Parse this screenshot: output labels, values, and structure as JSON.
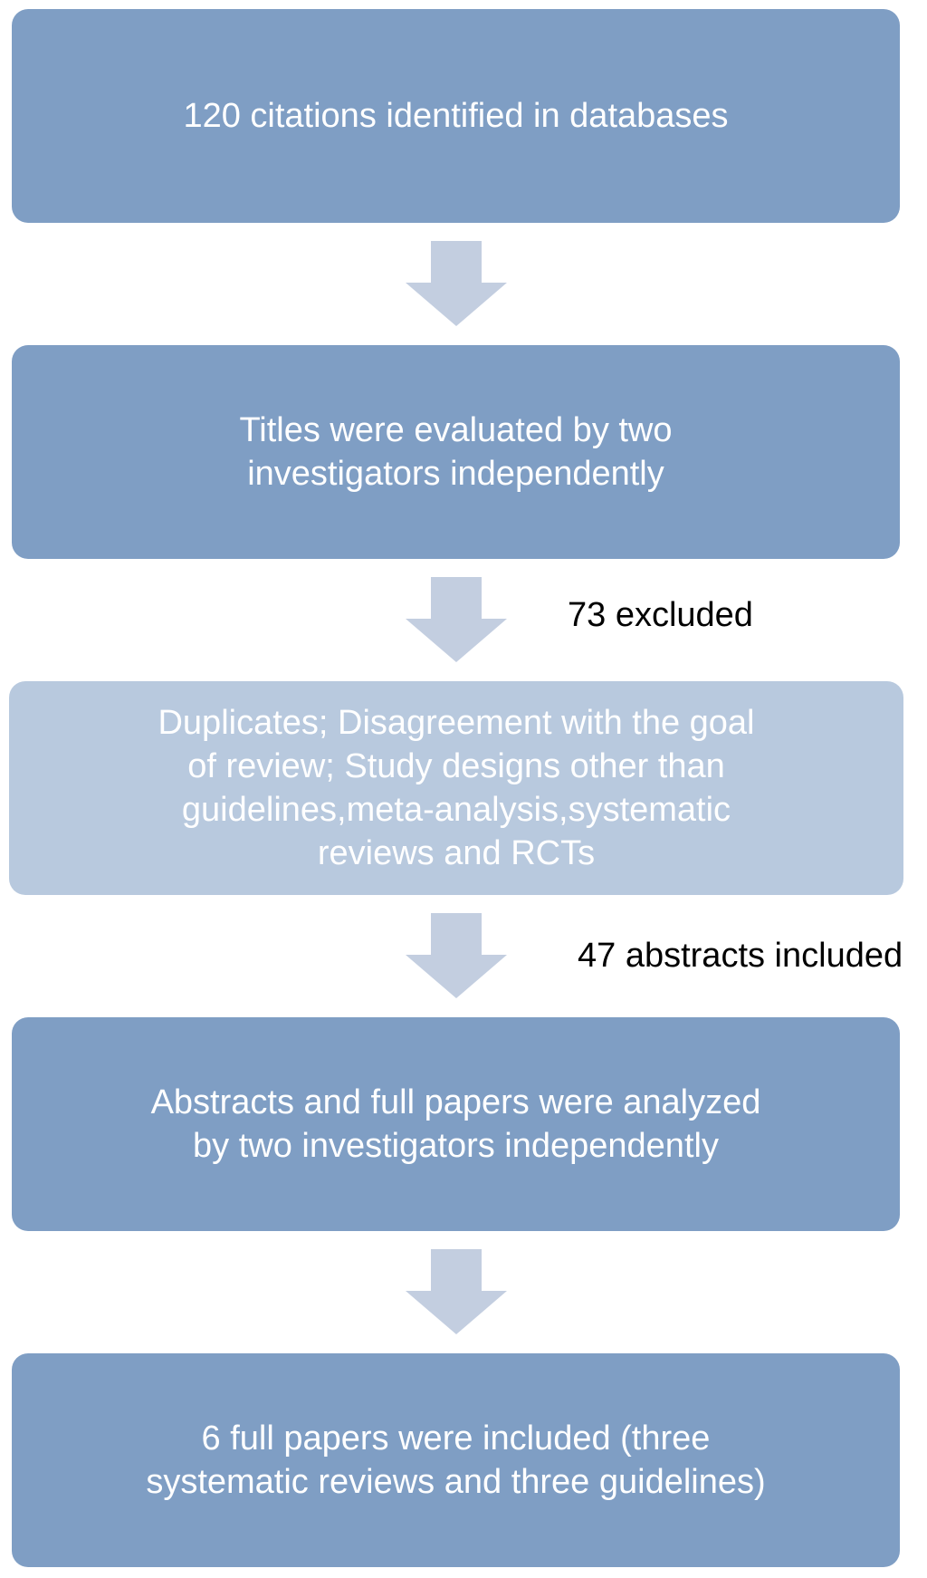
{
  "colors": {
    "box_dark": "#7f9ec4",
    "box_light": "#b8c9de",
    "arrow": "#c3cee0",
    "box_text": "#ffffff",
    "note_text": "#000000"
  },
  "steps": [
    {
      "text": "120 citations identified in databases"
    },
    {
      "text": "Titles were evaluated by two\ninvestigators independently"
    },
    {
      "text": "Duplicates; Disagreement with the goal\nof review; Study designs other than\nguidelines,meta-analysis,systematic\nreviews and RCTs"
    },
    {
      "text": "Abstracts and full papers were analyzed\nby two investigators independently"
    },
    {
      "text": "6 full papers were included (three\nsystematic reviews and three guidelines)"
    }
  ],
  "notes": [
    {
      "text": "73 excluded"
    },
    {
      "text": "47 abstracts included"
    }
  ]
}
